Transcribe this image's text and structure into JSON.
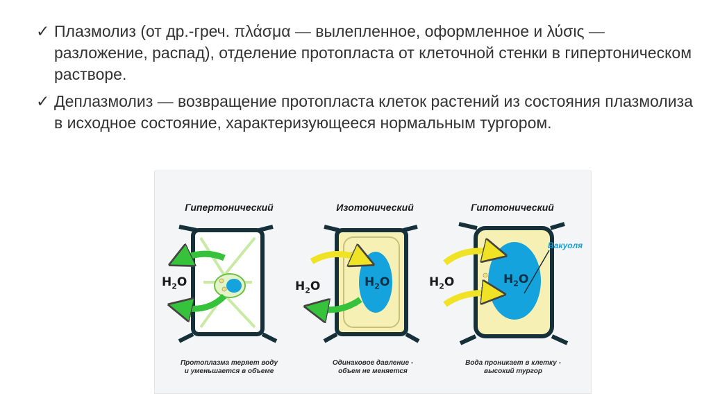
{
  "bullets": [
    {
      "check_icon": "check-icon",
      "text": "Плазмолиз (от др.-греч. πλάσμα — вылепленное, оформленное и λύσις — разложение, распад), отделение протопласта от клеточной стенки в гипертоническом растворе."
    },
    {
      "check_icon": "check-icon",
      "text": "Деплазмолиз — возвращение протопласта клеток растений из состояния плазмолиза в исходное состояние, характеризующееся нормальным тургором."
    }
  ],
  "check_glyph": "✓",
  "figure": {
    "panels": [
      {
        "title": "Гипертонический",
        "molecule": "H2O",
        "caption_line1": "Протоплазма теряет воду",
        "caption_line2": "и уменьшается в объеме"
      },
      {
        "title": "Изотонический",
        "molecule": "H2O",
        "caption_line1": "Одинаковое давление -",
        "caption_line2": "объем не меняется"
      },
      {
        "title": "Гипотонический",
        "molecule": "H2O",
        "caption_line1": "Вода проникает в клетку -",
        "caption_line2": "высокий тургор"
      }
    ],
    "vacuole_label": "Вакуоля",
    "colors": {
      "cell_wall": "#16303a",
      "cytoplasm_normal": "#f6f0b4",
      "cytoplasm_shrunk": "#e3f5c6",
      "vacuole": "#14a3dc",
      "arrow_in": "#f0e326",
      "arrow_out": "#36c23a"
    }
  }
}
